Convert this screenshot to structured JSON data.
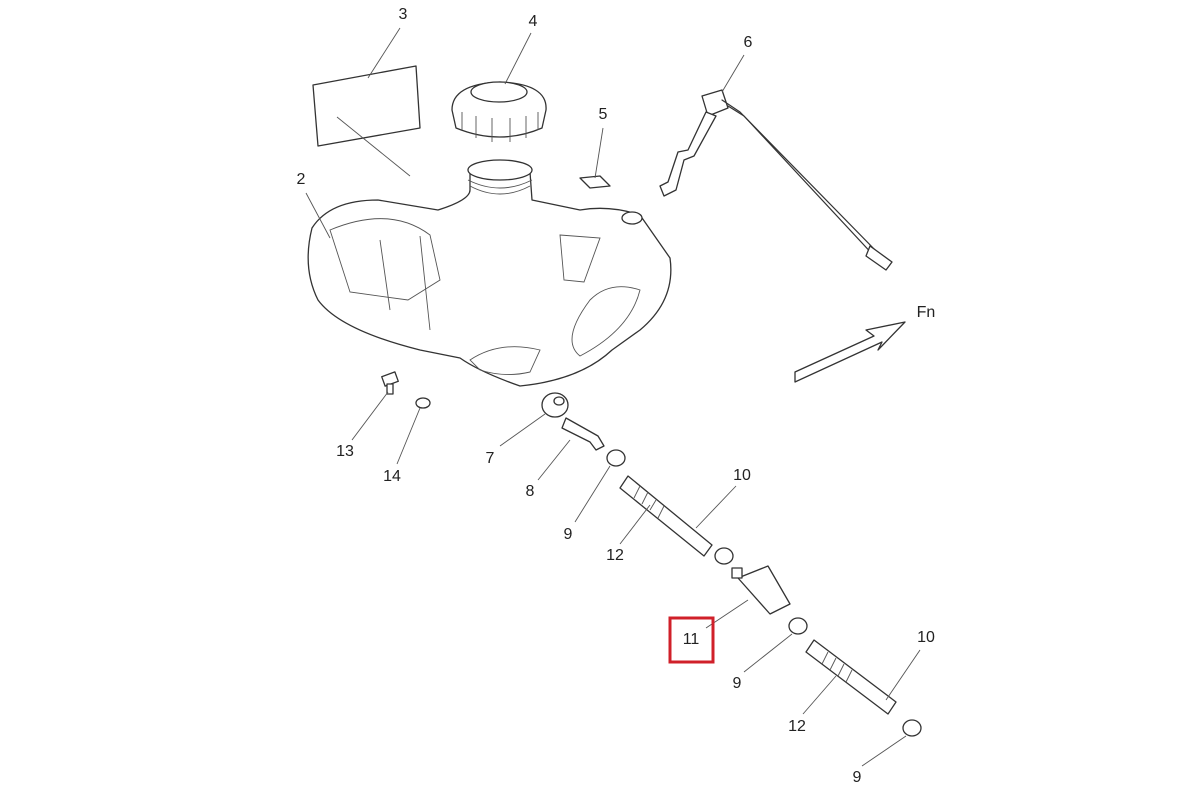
{
  "diagram": {
    "direction_label": "Fn",
    "highlight_color": "#d0202a",
    "highlighted_callout": "11",
    "callouts": [
      "3",
      "4",
      "6",
      "5",
      "2",
      "13",
      "14",
      "7",
      "8",
      "10",
      "9",
      "12",
      "11",
      "10",
      "9",
      "12",
      "9"
    ]
  }
}
